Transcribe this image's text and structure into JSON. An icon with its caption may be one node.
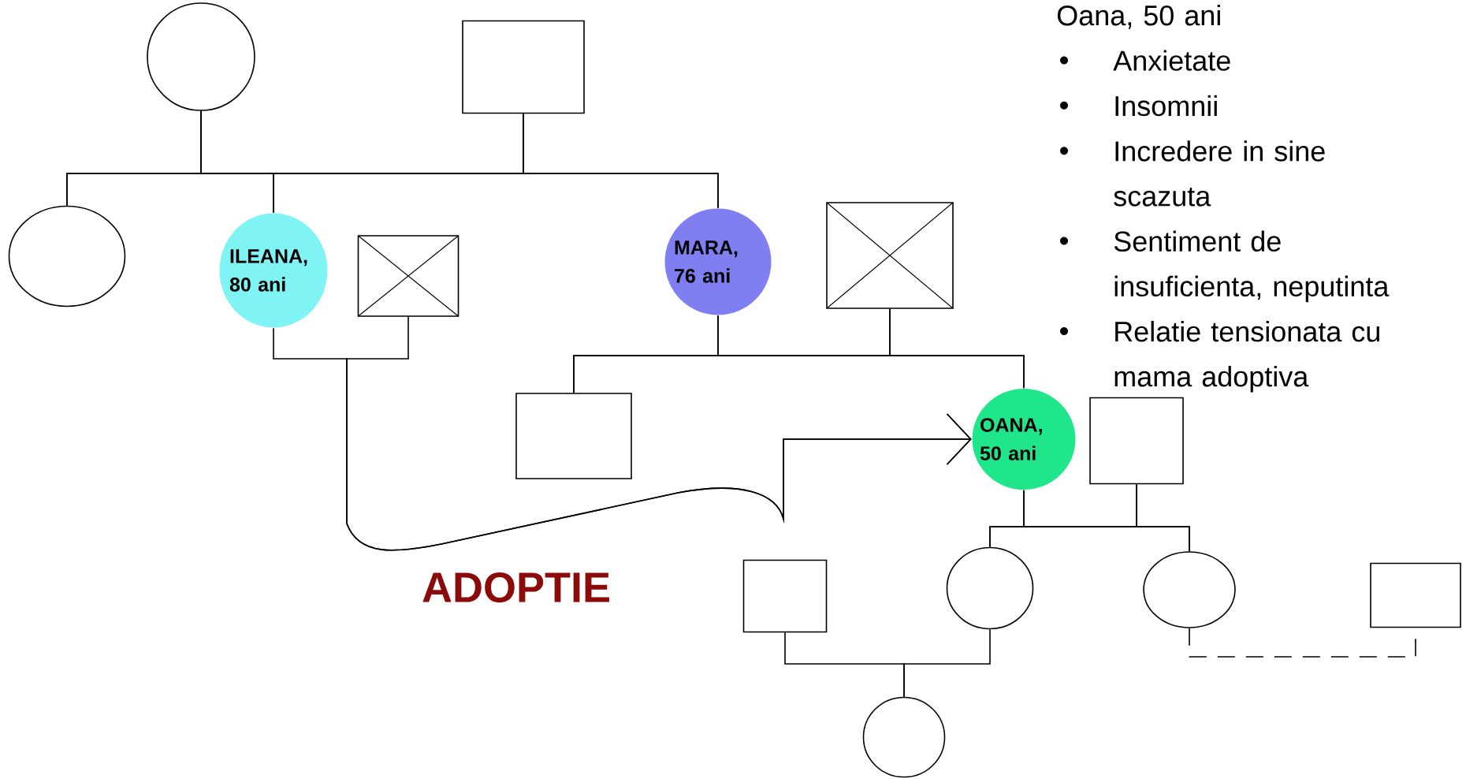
{
  "diagram": {
    "nodes": [
      {
        "text": [],
        "shape": "circle"
      },
      {
        "text": [],
        "shape": "box"
      },
      {
        "text": [],
        "shape": "circle"
      },
      {
        "text": [
          "ILEANA, 80 ani"
        ]
      },
      {
        "text": [],
        "shape": "box"
      },
      {
        "text": [
          "MARA, 76 ani"
        ]
      },
      {
        "text": [],
        "shape": "box"
      },
      {
        "text": [],
        "shape": "box"
      },
      {
        "text": [
          "OANA, 50 ani"
        ]
      },
      {
        "text": [],
        "shape": "box"
      },
      {
        "text": [],
        "shape": "box"
      },
      {
        "text": [],
        "shape": "circle"
      },
      {
        "text": [],
        "shape": "circle"
      },
      {
        "text": [],
        "shape": "box"
      },
      {
        "text": [],
        "shape": "circle"
      }
    ],
    "edges": [
      {
        "from": 0,
        "to": 2,
        "arrow": "none"
      },
      {
        "from": 0,
        "to": 3,
        "arrow": "none"
      },
      {
        "from": 0,
        "to": 5,
        "arrow": "none"
      },
      {
        "from": 1,
        "to": 2,
        "arrow": "none"
      },
      {
        "from": 1,
        "to": 3,
        "arrow": "none"
      },
      {
        "from": 1,
        "to": 5,
        "arrow": "none"
      },
      {
        "from": 3,
        "to": 8,
        "arrow": "to",
        "label": "ADOPTIE"
      },
      {
        "from": 4,
        "to": 8,
        "arrow": "to"
      },
      {
        "from": 5,
        "to": 7,
        "arrow": "none"
      },
      {
        "from": 5,
        "to": 8,
        "arrow": "none"
      },
      {
        "from": 6,
        "to": 7,
        "arrow": "none"
      },
      {
        "from": 6,
        "to": 8,
        "arrow": "none"
      },
      {
        "from": 8,
        "to": 11,
        "arrow": "none"
      },
      {
        "from": 8,
        "to": 12,
        "arrow": "none"
      },
      {
        "from": 9,
        "to": 11,
        "arrow": "none"
      },
      {
        "from": 9,
        "to": 12,
        "arrow": "none"
      },
      {
        "from": 10,
        "to": 14,
        "arrow": "none"
      },
      {
        "from": 11,
        "to": 14,
        "arrow": "none"
      },
      {
        "from": 12,
        "to": 13,
        "arrow": "none",
        "style": "dashed"
      }
    ],
    "labels": [
      "Oana, 50 ani",
      "Anxietate",
      "Insomnii",
      "Incredere in sine scazuta",
      "Sentiment de insuficienta, neputinta",
      "Relatie tensionata cu mama adoptiva"
    ]
  }
}
